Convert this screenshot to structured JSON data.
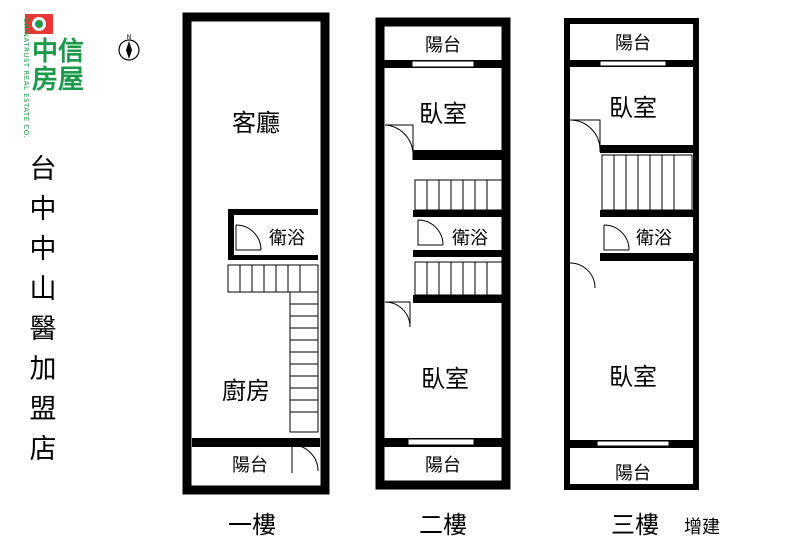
{
  "logo": {
    "name_line1": "中信",
    "name_line2": "房屋",
    "english": "CHINATRUST REAL ESTATE CO.",
    "color": "#1a9a4a",
    "accent": "#e53935"
  },
  "compass": {
    "label": "N"
  },
  "store_name": [
    "台",
    "中",
    "中",
    "山",
    "醫",
    "加",
    "盟",
    "店"
  ],
  "floors": [
    {
      "label": "一樓",
      "rooms": {
        "living": "客廳",
        "bath": "衛浴",
        "kitchen": "廚房",
        "balcony": "陽台"
      }
    },
    {
      "label": "二樓",
      "rooms": {
        "balcony_top": "陽台",
        "bedroom_top": "臥室",
        "bath": "衛浴",
        "bedroom_bottom": "臥室",
        "balcony_bottom": "陽台"
      }
    },
    {
      "label": "三樓",
      "note": "增建",
      "rooms": {
        "balcony_top": "陽台",
        "bedroom_top": "臥室",
        "bath": "衛浴",
        "bedroom_bottom": "臥室",
        "balcony_bottom": "陽台"
      }
    }
  ]
}
